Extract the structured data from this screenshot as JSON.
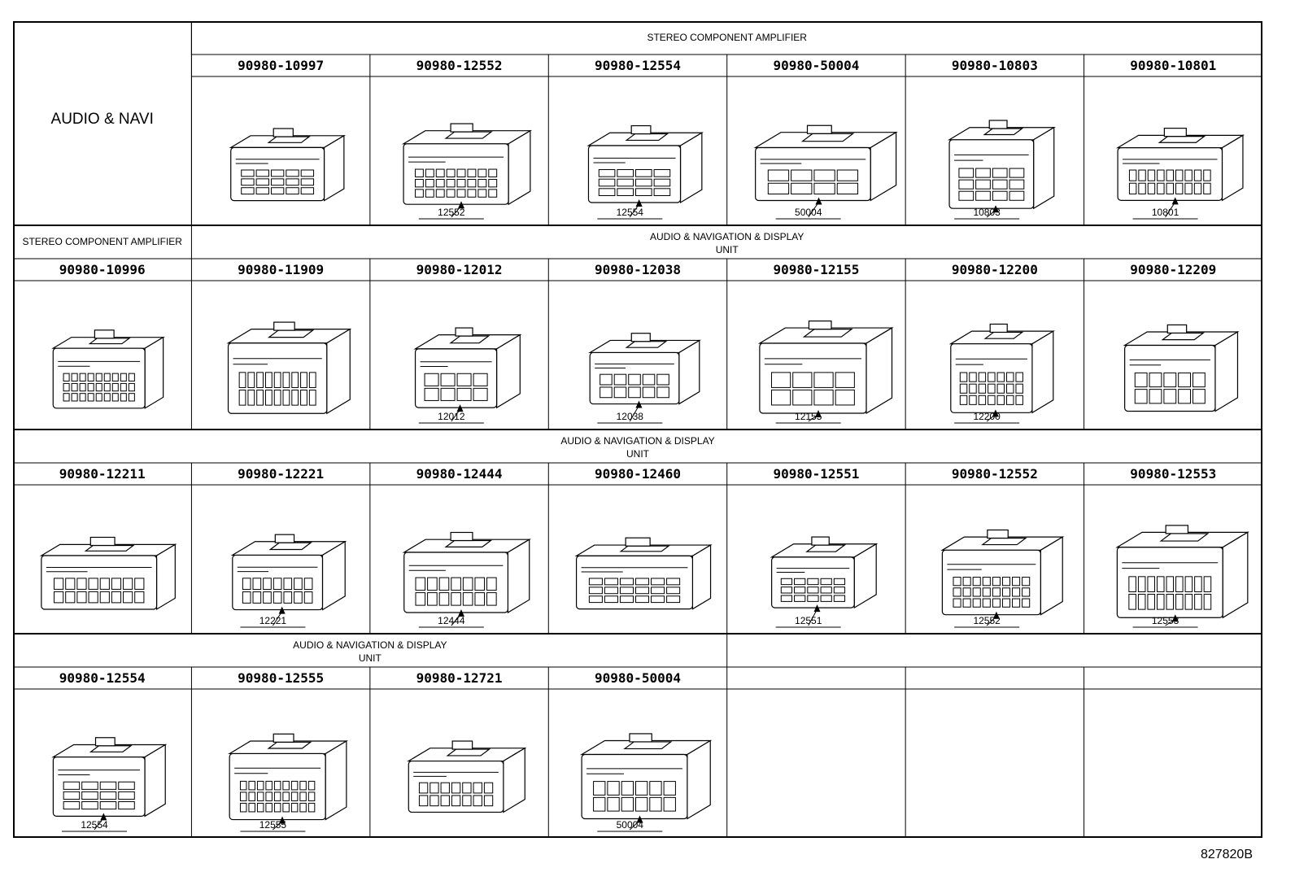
{
  "figure_id": "827820B",
  "rows": [
    {
      "headers": [
        {
          "text": "AUDIO & NAVI",
          "big": true
        },
        {
          "text": "STEREO COMPONENT AMPLIFIER",
          "text2": ""
        }
      ],
      "cells": [
        {
          "part": "",
          "callout": ""
        },
        {
          "part": "90980-10997",
          "callout": ""
        },
        {
          "part": "90980-12552",
          "callout": "12552"
        },
        {
          "part": "90980-12554",
          "callout": "12554"
        },
        {
          "part": "90980-50004",
          "callout": "50004"
        },
        {
          "part": "90980-10803",
          "callout": "10803"
        },
        {
          "part": "90980-10801",
          "callout": "10801"
        }
      ]
    },
    {
      "headers": [
        {
          "text": "STEREO COMPONENT AMPLIFIER"
        },
        {
          "text": "AUDIO & NAVIGATION & DISPLAY",
          "text2": "UNIT"
        }
      ],
      "cells": [
        {
          "part": "90980-10996",
          "callout": ""
        },
        {
          "part": "90980-11909",
          "callout": ""
        },
        {
          "part": "90980-12012",
          "callout": "12012"
        },
        {
          "part": "90980-12038",
          "callout": "12038"
        },
        {
          "part": "90980-12155",
          "callout": "12155"
        },
        {
          "part": "90980-12200",
          "callout": "12200"
        },
        {
          "part": "90980-12209",
          "callout": ""
        }
      ]
    },
    {
      "headers": [
        {
          "text": "AUDIO & NAVIGATION & DISPLAY",
          "text2": "UNIT"
        }
      ],
      "cells": [
        {
          "part": "90980-12211",
          "callout": ""
        },
        {
          "part": "90980-12221",
          "callout": "12221"
        },
        {
          "part": "90980-12444",
          "callout": "12444"
        },
        {
          "part": "90980-12460",
          "callout": ""
        },
        {
          "part": "90980-12551",
          "callout": "12551"
        },
        {
          "part": "90980-12552",
          "callout": "12552"
        },
        {
          "part": "90980-12553",
          "callout": "12553"
        }
      ]
    },
    {
      "headers": [
        {
          "text": "AUDIO & NAVIGATION & DISPLAY",
          "text2": "UNIT"
        }
      ],
      "cells": [
        {
          "part": "90980-12554",
          "callout": "12554"
        },
        {
          "part": "90980-12555",
          "callout": "12555"
        },
        {
          "part": "90980-12721",
          "callout": ""
        },
        {
          "part": "90980-50004",
          "callout": "50004"
        },
        {
          "part": "",
          "callout": ""
        },
        {
          "part": "",
          "callout": ""
        },
        {
          "part": "",
          "callout": ""
        }
      ]
    }
  ]
}
